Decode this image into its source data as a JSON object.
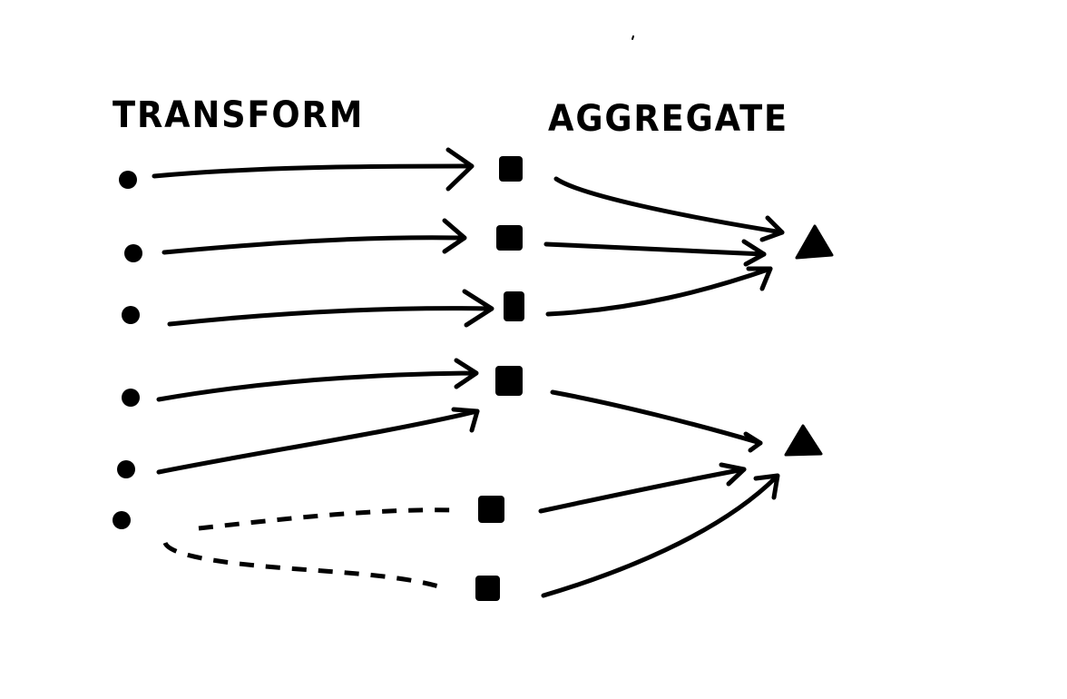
{
  "titles": {
    "transform": "TRANSFORM",
    "aggregate": "AGGREGATE"
  },
  "diagram": {
    "sources": [
      "source-1",
      "source-2",
      "source-3",
      "source-4",
      "source-5",
      "source-6"
    ],
    "intermediates": [
      "intermediate-1",
      "intermediate-2",
      "intermediate-3",
      "intermediate-4",
      "intermediate-5",
      "intermediate-6"
    ],
    "outputs": [
      "output-1",
      "output-2"
    ],
    "edges": [
      {
        "from": "source-1",
        "to": "intermediate-1",
        "style": "solid"
      },
      {
        "from": "source-2",
        "to": "intermediate-2",
        "style": "solid"
      },
      {
        "from": "source-3",
        "to": "intermediate-3",
        "style": "solid"
      },
      {
        "from": "source-4",
        "to": "intermediate-4",
        "style": "solid"
      },
      {
        "from": "source-5",
        "to": "intermediate-4",
        "style": "solid"
      },
      {
        "from": "source-6",
        "to": "intermediate-5",
        "style": "dashed"
      },
      {
        "from": "source-6",
        "to": "intermediate-6",
        "style": "dashed"
      },
      {
        "from": "intermediate-1",
        "to": "output-1",
        "style": "solid"
      },
      {
        "from": "intermediate-2",
        "to": "output-1",
        "style": "solid"
      },
      {
        "from": "intermediate-3",
        "to": "output-1",
        "style": "solid"
      },
      {
        "from": "intermediate-4",
        "to": "output-2",
        "style": "solid"
      },
      {
        "from": "intermediate-5",
        "to": "output-2",
        "style": "solid"
      },
      {
        "from": "intermediate-6",
        "to": "output-2",
        "style": "solid"
      }
    ],
    "colors": {
      "ink": "#000000",
      "background": "#ffffff"
    }
  }
}
